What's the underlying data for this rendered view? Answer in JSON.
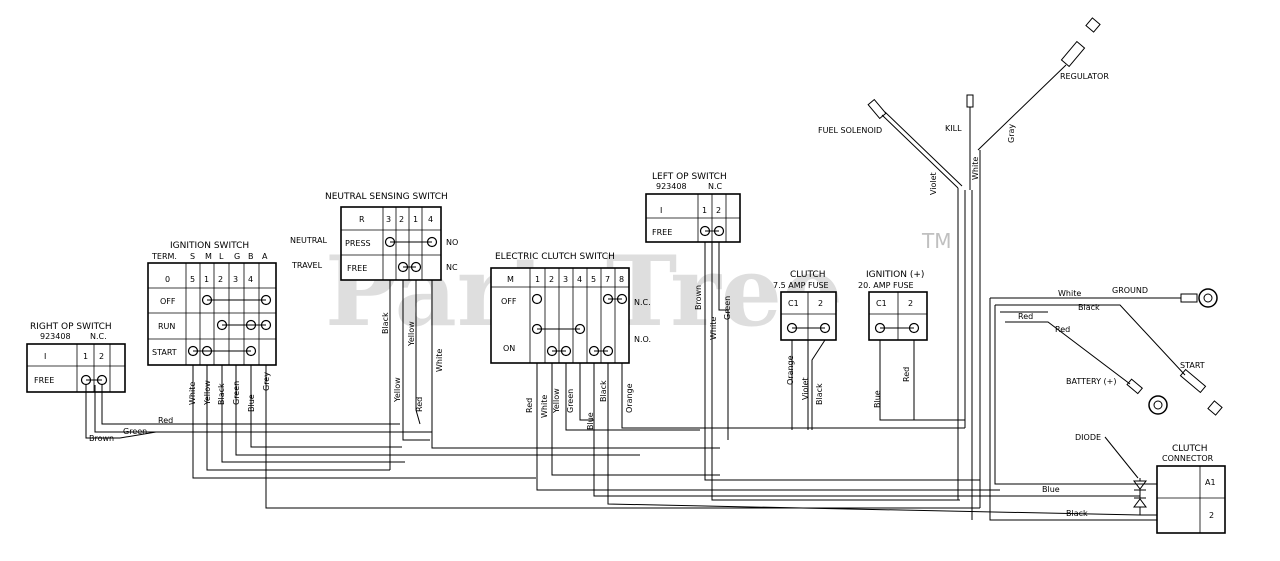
{
  "watermark": {
    "text": "PartsTree",
    "tm": "TM"
  },
  "ignition_switch": {
    "title": "IGNITION SWITCH",
    "header": [
      "TERM.",
      "S",
      "M",
      "L",
      "G",
      "B",
      "A"
    ],
    "cols": [
      "0",
      "5",
      "1",
      "2",
      "3",
      "4"
    ],
    "rows": [
      "OFF",
      "RUN",
      "START"
    ],
    "wires": [
      "White",
      "Yellow",
      "Black",
      "Green",
      "Blue",
      "Grey"
    ]
  },
  "neutral_switch": {
    "title": "NEUTRAL SENSING SWITCH",
    "cols": [
      "R",
      "3",
      "2",
      "1",
      "4"
    ],
    "rows": [
      "PRESS",
      "FREE"
    ],
    "left_labels": [
      "NEUTRAL",
      "TRAVEL"
    ],
    "right_labels": [
      "NO",
      "NC"
    ],
    "wires": [
      "Black",
      "Yellow",
      "White",
      "Yellow",
      "Red"
    ]
  },
  "right_op_switch": {
    "title": "RIGHT OP SWITCH",
    "part": "923408",
    "nc": "N.C.",
    "cols": [
      "I",
      "1",
      "2"
    ],
    "rows": [
      "FREE"
    ]
  },
  "left_op_switch": {
    "title": "LEFT OP SWITCH",
    "part": "923408",
    "nc": "N.C",
    "cols": [
      "I",
      "1",
      "2"
    ],
    "rows": [
      "FREE"
    ],
    "wires": [
      "Brown",
      "White",
      "Green"
    ]
  },
  "clutch_switch": {
    "title": "ELECTRIC CLUTCH SWITCH",
    "cols": [
      "M",
      "1",
      "2",
      "3",
      "4",
      "5",
      "7",
      "8"
    ],
    "rows": [
      "OFF",
      "ON"
    ],
    "right_labels": [
      "N.C.",
      "N.O."
    ],
    "wires": [
      "Red",
      "White",
      "Yellow",
      "Green",
      "Blue",
      "Black",
      "Orange"
    ]
  },
  "clutch_fuse": {
    "title": "CLUTCH",
    "subtitle": "7.5 AMP FUSE",
    "cols": [
      "C1",
      "2"
    ],
    "wires": [
      "Orange",
      "Violet",
      "Black"
    ]
  },
  "ignition_fuse": {
    "title": "IGNITION (+)",
    "subtitle": "20. AMP FUSE",
    "cols": [
      "C1",
      "2"
    ],
    "wires": [
      "Blue",
      "Red"
    ]
  },
  "clutch_connector": {
    "title": "CLUTCH",
    "subtitle": "CONNECTOR",
    "cells": [
      "A1",
      "2"
    ],
    "diode": "DIODE",
    "wires": [
      "Blue",
      "Black"
    ]
  },
  "harness_labels": {
    "red": "Red",
    "green": "Green",
    "brown": "Brown",
    "white": "White",
    "black": "Black",
    "red2": "Red",
    "red3": "Red"
  },
  "components": {
    "fuel_solenoid": "FUEL SOLENOID",
    "kill": "KILL",
    "regulator": "REGULATOR",
    "violet": "Violet",
    "white": "White",
    "gray": "Gray",
    "ground": "GROUND",
    "start": "START",
    "battery": "BATTERY (+)"
  }
}
